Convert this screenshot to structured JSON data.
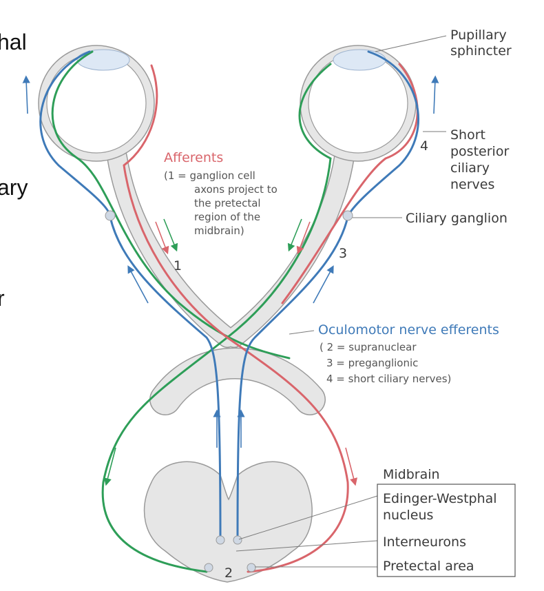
{
  "colors": {
    "green": "#2e9e58",
    "red": "#d9656b",
    "blue": "#3f7ab8",
    "label_dark": "#3a3a3a",
    "label_red": "#d9656b",
    "label_blue": "#3f7ab8",
    "tissue": "#e6e6e6",
    "tissue_stroke": "#9a9a9a",
    "lens": "#dde8f5"
  },
  "cut_text": {
    "line1": "hal",
    "line2": "ary",
    "line3": "r"
  },
  "labels": {
    "pupillary_sphincter": [
      "Pupillary",
      "sphincter"
    ],
    "short_posterior_ciliary_nerves": [
      "Short",
      "posterior",
      "ciliary",
      "nerves"
    ],
    "ciliary_ganglion": "Ciliary ganglion",
    "afferents_title": "Afferents",
    "afferents_note": [
      "(1 =  ganglion cell",
      "axons project to",
      "the pretectal",
      "region of the",
      "midbrain)"
    ],
    "efferents_title": "Oculomotor nerve efferents",
    "efferents_note": [
      "( 2 =  supranuclear",
      "3 =  preganglionic",
      "4 =  short ciliary nerves)"
    ],
    "midbrain": "Midbrain",
    "edinger_westphal": [
      "Edinger-Westphal",
      "nucleus"
    ],
    "interneurons": "Interneurons",
    "pretectal_area": "Pretectal area"
  },
  "numbers": {
    "n1": "1",
    "n2": "2",
    "n3": "3",
    "n4": "4"
  }
}
